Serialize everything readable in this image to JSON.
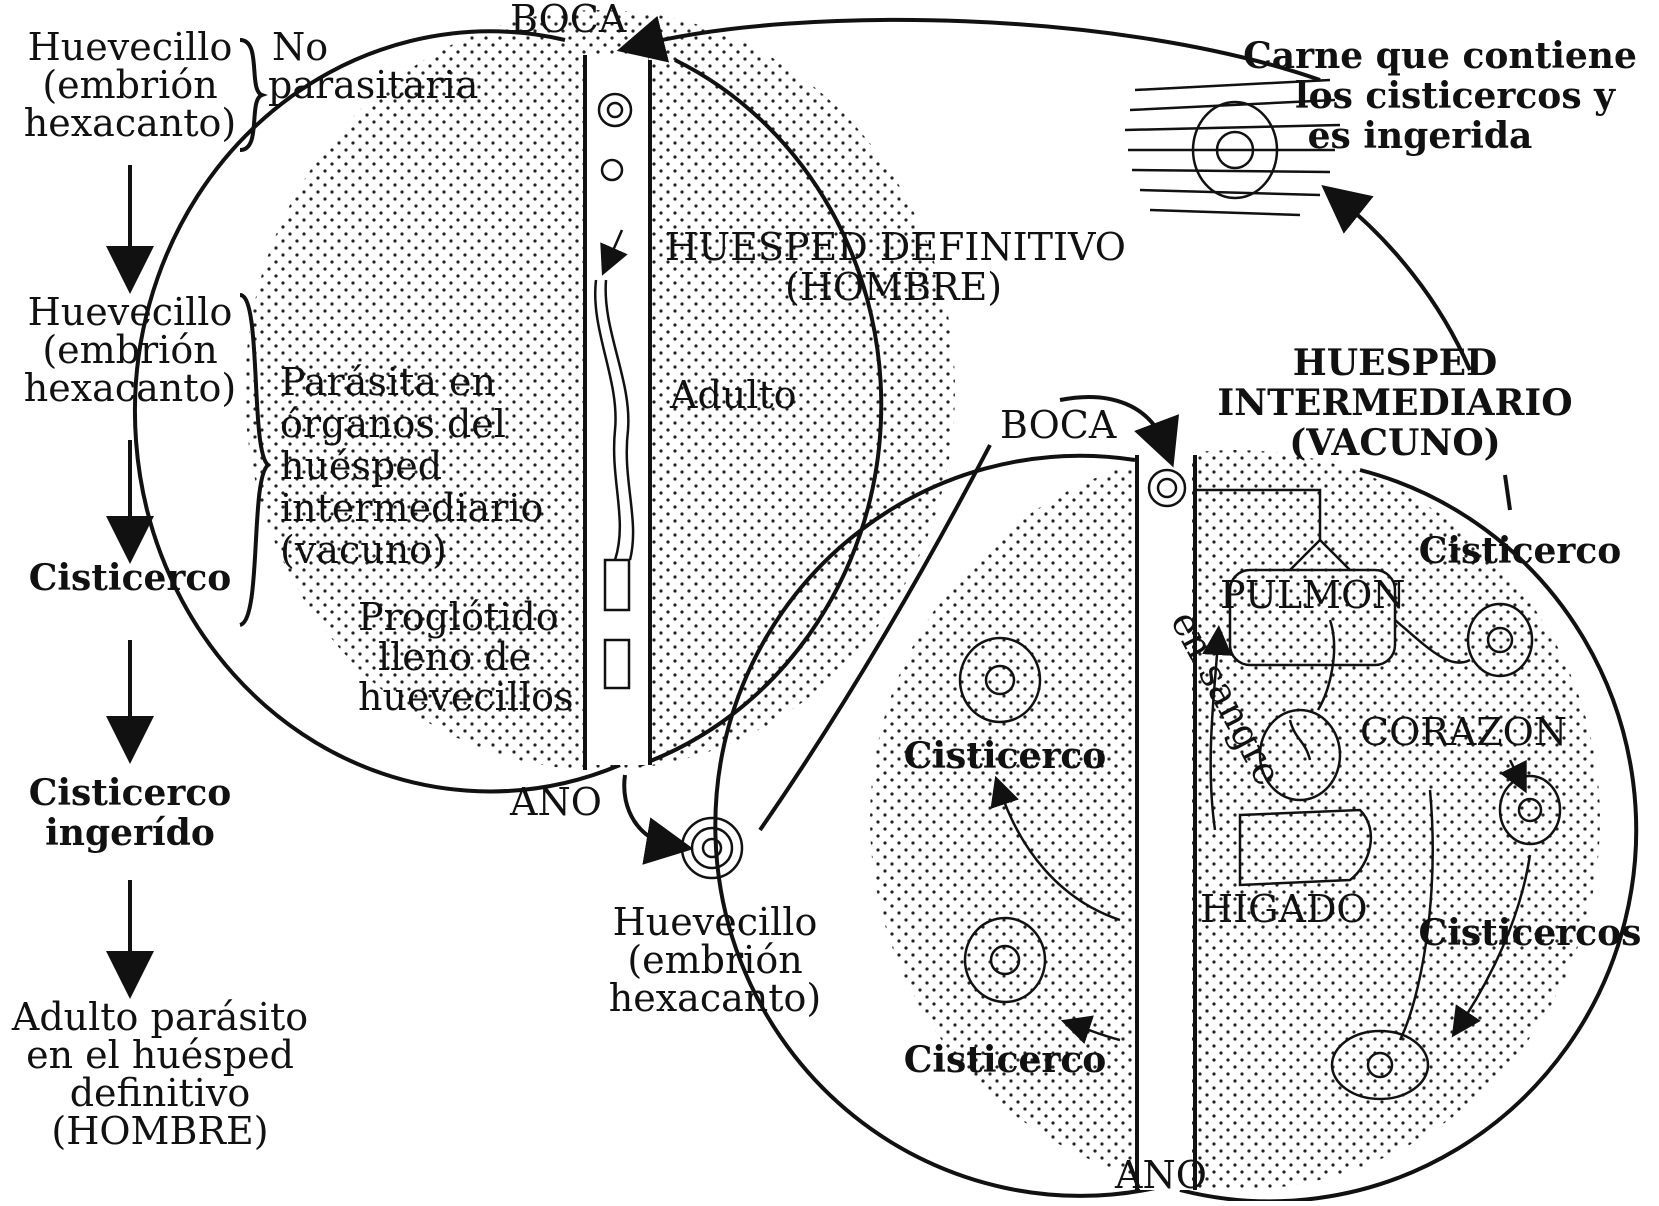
{
  "left_column": {
    "stage1": [
      "Huevecillo",
      "(embrión",
      "hexacanto)"
    ],
    "stage1_note": [
      "No",
      "parasitaria"
    ],
    "stage2": [
      "Huevecillo",
      "(embrión",
      "hexacanto)"
    ],
    "stage3": "Cisticerco",
    "stage2_note": [
      "Parásita en",
      "órganos del",
      "huésped",
      "intermediario",
      "(vacuno)"
    ],
    "stage4": [
      "Cisticerco",
      "ingerído"
    ],
    "stage5": [
      "Adulto parásito",
      "en el huésped",
      "definitivo",
      "(HOMBRE)"
    ]
  },
  "definitive_host": {
    "mouth": "BOCA",
    "anus": "ANO",
    "title": [
      "HUESPED DEFINITIVO",
      "(HOMBRE)"
    ],
    "adult": "Adulto",
    "proglottid": [
      "Proglótido",
      "lleno de",
      "huevecillos"
    ]
  },
  "egg": [
    "Huevecillo",
    "(embrión",
    "hexacanto)"
  ],
  "meat": [
    "Carne que contiene",
    "los cisticercos y",
    "es ingerida"
  ],
  "intermediate_host": {
    "title": [
      "HUESPED",
      "INTERMEDIARIO",
      "(VACUNO)"
    ],
    "mouth": "BOCA",
    "anus": "ANO",
    "lung": "PULMON",
    "heart": "CORAZON",
    "liver": "HIGADO",
    "blood": "en sangre",
    "cyst_upper_right": "Cisticerco",
    "cyst_left": "Cisticerco",
    "cyst_lower_left": "Cisticerco",
    "cysts_lower_right": "Cisticercos"
  }
}
